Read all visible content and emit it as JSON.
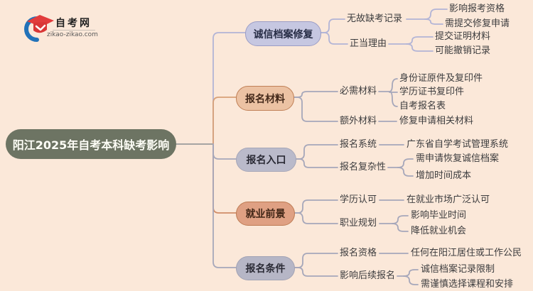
{
  "logo": {
    "site_name": "自考网",
    "site_url": "zikao-zikao.com"
  },
  "title": {
    "text": "阳江2025年自考本科缺考影响"
  },
  "palette": {
    "background": "#fbe8d9",
    "root_bg": "#6d7463",
    "root_text": "#fdfdf6",
    "branch_fills": [
      "#c6c7e1",
      "#ecc2a3",
      "#babaca",
      "#dfa083",
      "#b6b6c6"
    ],
    "line_gray": "#a6a7ba",
    "line_lavender": "#b2b4d6",
    "line_tan": "#d7a077",
    "line_salmon": "#d08d68",
    "root_line": "#9a9a9a",
    "logo_red": "#e23c3c",
    "logo_blue": "#2272b9"
  },
  "tree": {
    "branches": [
      {
        "label": "诚信档案修复",
        "children": [
          {
            "label": "无故缺考记录",
            "leaves": [
              "影响报考资格",
              "需提交修复申请"
            ]
          },
          {
            "label": "正当理由",
            "leaves": [
              "提交证明材料",
              "可能撤销记录"
            ]
          }
        ]
      },
      {
        "label": "报名材料",
        "children": [
          {
            "label": "必需材料",
            "leaves": [
              "身份证原件及复印件",
              "学历证书复印件",
              "自考报名表"
            ]
          },
          {
            "label": "额外材料",
            "leaves": [
              "修复申请相关材料"
            ]
          }
        ]
      },
      {
        "label": "报名入口",
        "children": [
          {
            "label": "报名系统",
            "leaves": [
              "广东省自学考试管理系统"
            ]
          },
          {
            "label": "报名复杂性",
            "leaves": [
              "需申请恢复诚信档案",
              "增加时间成本"
            ]
          }
        ]
      },
      {
        "label": "就业前景",
        "children": [
          {
            "label": "学历认可",
            "leaves": [
              "在就业市场广泛认可"
            ]
          },
          {
            "label": "职业规划",
            "leaves": [
              "影响毕业时间",
              "降低就业机会"
            ]
          }
        ]
      },
      {
        "label": "报名条件",
        "children": [
          {
            "label": "报名资格",
            "leaves": [
              "任何在阳江居住或工作公民"
            ]
          },
          {
            "label": "影响后续报名",
            "leaves": [
              "诚信档案记录限制",
              "需谨慎选择课程和安排"
            ]
          }
        ]
      }
    ]
  }
}
